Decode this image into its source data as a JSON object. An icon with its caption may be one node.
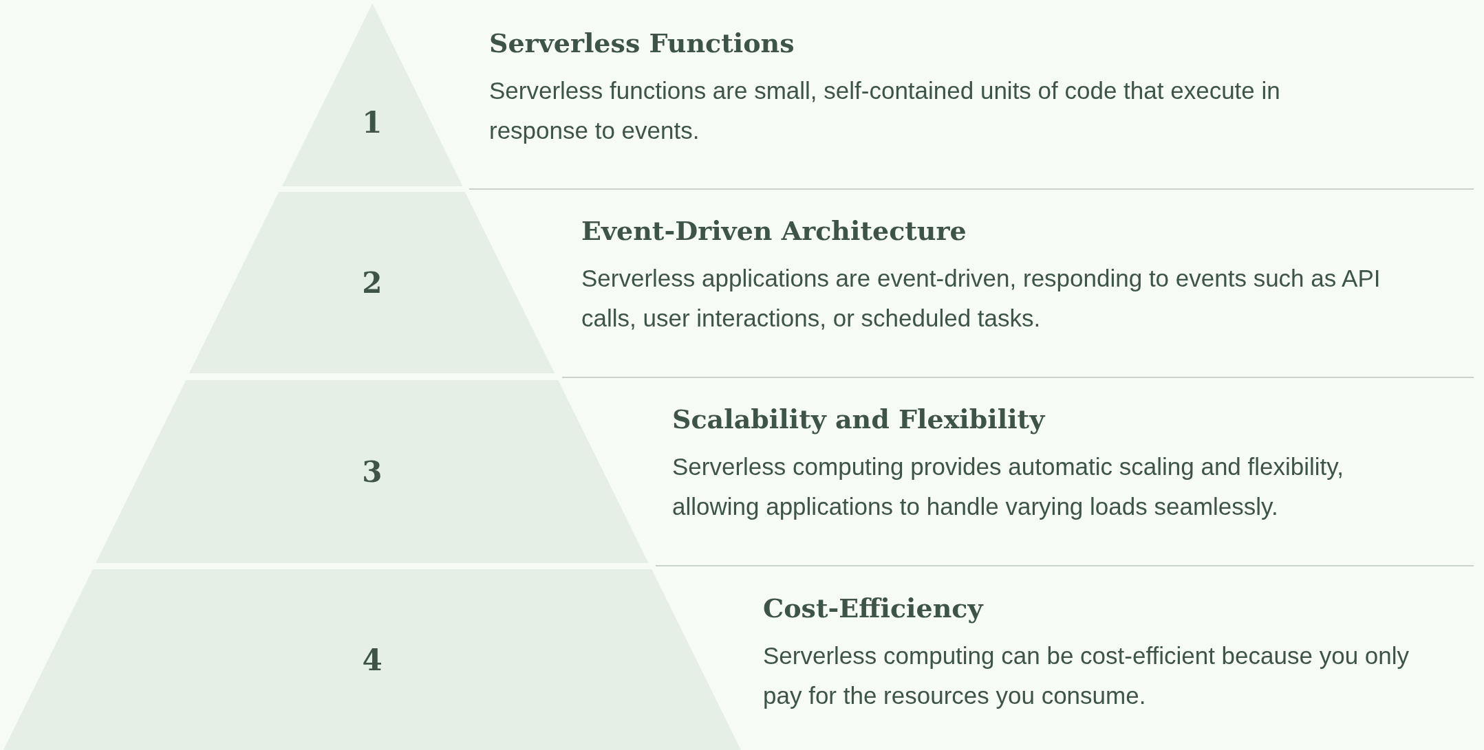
{
  "diagram": {
    "nodes": [
      {
        "text": [
          "1"
        ]
      },
      {
        "text": [
          "Serverless Functions",
          "Serverless functions are small, self-contained units of code that execute in response to events."
        ]
      },
      {
        "text": [
          "2"
        ]
      },
      {
        "text": [
          "Event-Driven Architecture",
          "Serverless applications are event-driven, responding to events such as API calls, user interactions, or scheduled tasks."
        ]
      },
      {
        "text": [
          "3"
        ]
      },
      {
        "text": [
          "Scalability and Flexibility",
          "Serverless computing provides automatic scaling and flexibility, allowing applications to handle varying loads seamlessly."
        ]
      },
      {
        "text": [
          "4"
        ]
      },
      {
        "text": [
          "Cost-Efficiency",
          "Serverless computing can be cost-efficient because you only pay for the resources you consume."
        ]
      }
    ]
  }
}
